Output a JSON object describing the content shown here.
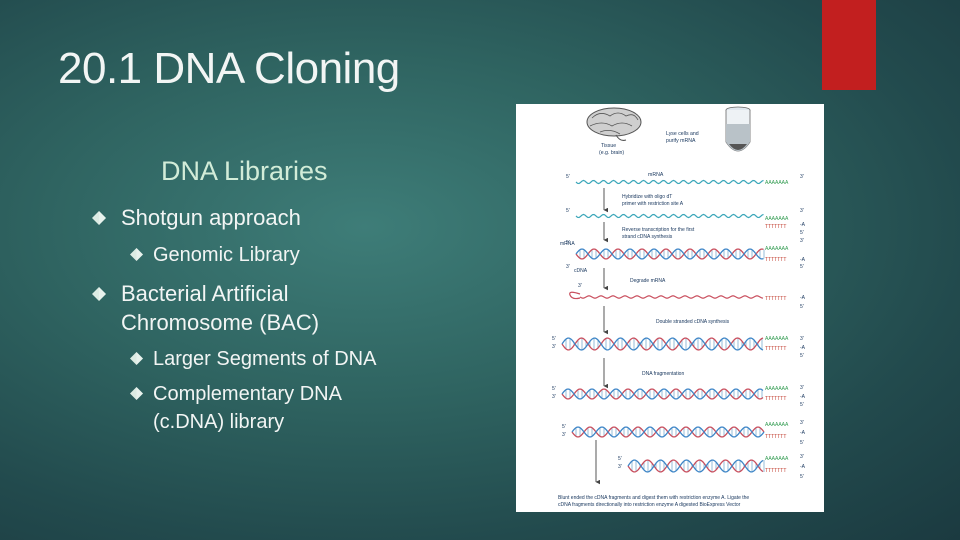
{
  "slide": {
    "title": "20.1 DNA Cloning",
    "subtitle": "DNA Libraries",
    "bullets": [
      {
        "text": "Shotgun approach"
      },
      {
        "text": "Genomic Library"
      },
      {
        "text_lines": [
          "Bacterial Artificial",
          "Chromosome (BAC)"
        ]
      },
      {
        "text": "Larger Segments of DNA"
      },
      {
        "text_lines": [
          "Complementary DNA",
          "(c.DNA) library"
        ]
      }
    ],
    "colors": {
      "accent": "#c21f1f",
      "title": "#f2f5f4",
      "subtitle": "#d2ecd8",
      "bullet_marker": "#dcebe3"
    }
  },
  "diagram": {
    "labels": {
      "tissue": [
        "Tissue",
        "(e.g. brain)"
      ],
      "lyse": [
        "Lyse cells and",
        "purify mRNA"
      ],
      "mrna": "mRNA",
      "hybridize": [
        "Hybridize with oligo dT",
        "primer with restriction site A"
      ],
      "reverse": [
        "Reverse transcription for the first",
        "strand cDNA synthesis"
      ],
      "mrna_side": "mRNA",
      "cdna_side": "cDNA",
      "degrade": "Degrade mRNA",
      "double": "Double stranded cDNA synthesis",
      "fragment": "DNA fragmentation",
      "blunt": [
        "Blunt ended the cDNA fragments and digest them with restriction enzyme A. Ligate the",
        "cDNA fragments directionally into restriction enzyme A digested BioExpress Vector"
      ]
    },
    "polyA": "AAAAAAA",
    "polyT": "TTTTTTT",
    "site": "-A",
    "five": "5'",
    "three": "3'"
  }
}
